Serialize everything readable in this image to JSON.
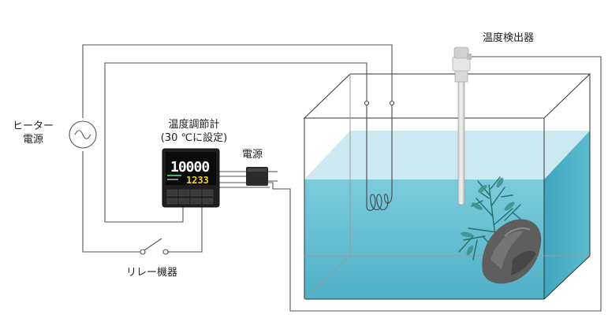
{
  "labels": {
    "heater_line1": "ヒーター",
    "heater_line2": "電源",
    "controller_line1": "温度調節計",
    "controller_line2": "(30 ℃に設定)",
    "power": "電源",
    "sensor": "温度検出器",
    "relay": "リレー機器"
  },
  "display": {
    "main_value": "10000",
    "sub_value": "1233"
  },
  "colors": {
    "water": "#5fb9cf",
    "water_surface": "#bfe3ec",
    "wire": "#555555",
    "controller_body": "#1f1f1f",
    "main_digits": "#ffffff",
    "sub_digits": "#f2d21b",
    "plant": "#2e7c78",
    "rock": "#5b5b5b"
  }
}
